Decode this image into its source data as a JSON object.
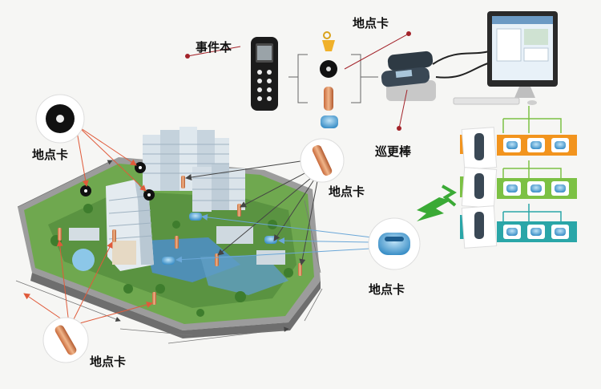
{
  "labels": {
    "event_book": "事件本",
    "location_card_top": "地点卡",
    "location_card_left": "地点卡",
    "location_card_mid": "地点卡",
    "location_card_right": "地点卡",
    "location_card_bottom": "地点卡",
    "patrol_stick": "巡更棒"
  },
  "colors": {
    "background": "#f6f6f4",
    "arrow_red": "#e05a3a",
    "arrow_dark": "#444444",
    "arrow_blue": "#6aa7d8",
    "dot_red": "#a3232a",
    "tier_orange": "#f2941e",
    "tier_green": "#7cc144",
    "tier_teal": "#2aa6a8",
    "signal_green": "#3aaa35"
  },
  "icons": {
    "event_book": "event-book-device-icon",
    "patrol_stick": "patrol-stick-reader-icon",
    "computer": "desktop-computer-icon",
    "signal": "wireless-signal-icon"
  }
}
